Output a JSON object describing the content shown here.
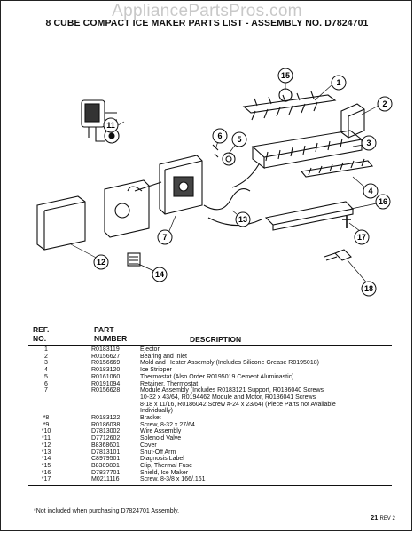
{
  "watermark": "AppliancePartsPros.com",
  "title": "8 CUBE COMPACT ICE MAKER PARTS LIST - ASSEMBLY NO. D7824701",
  "callouts": [
    "1",
    "2",
    "3",
    "4",
    "5",
    "6",
    "7",
    "11",
    "12",
    "13",
    "14",
    "15",
    "16",
    "17",
    "18"
  ],
  "table": {
    "header_ref": "REF.",
    "header_no": "NO.",
    "header_part": "PART",
    "header_number": "NUMBER",
    "header_description": "DESCRIPTION",
    "rows": [
      {
        "ref": "1",
        "part": "R0183119",
        "desc": "Ejector"
      },
      {
        "ref": "2",
        "part": "R0156627",
        "desc": "Bearing and Inlet"
      },
      {
        "ref": "3",
        "part": "R0156669",
        "desc": "Mold and Heater Assembly (Includes Silicone Grease R0195018)"
      },
      {
        "ref": "4",
        "part": "R0183120",
        "desc": "Ice Stripper"
      },
      {
        "ref": "5",
        "part": "R0161060",
        "desc": "Thermostat (Also Order R0195019 Cement Aluminastic)"
      },
      {
        "ref": "6",
        "part": "R0191094",
        "desc": "Retainer, Thermostat"
      },
      {
        "ref": "7",
        "part": "R0156628",
        "desc": "Module Assembly (Includes R0183121 Support, R0186040 Screws"
      },
      {
        "ref": "",
        "part": "",
        "desc": "10-32 x 43/64, R0194462 Module and Motor, R0186041 Screws"
      },
      {
        "ref": "",
        "part": "",
        "desc": "8-18 x 11/16, R0186042 Screw #-24 x 23/64) (Piece Parts not Available"
      },
      {
        "ref": "",
        "part": "",
        "desc": "Individually)"
      },
      {
        "ref": "*8",
        "part": "R0183122",
        "desc": "Bracket"
      },
      {
        "ref": "*9",
        "part": "R0186038",
        "desc": "Screw, 8-32 x 27/64"
      },
      {
        "ref": "*10",
        "part": "D7813002",
        "desc": "Wire Assembly"
      },
      {
        "ref": "*11",
        "part": "D7712602",
        "desc": "Solenoid Valve"
      },
      {
        "ref": "*12",
        "part": "B8368601",
        "desc": "Cover"
      },
      {
        "ref": "*13",
        "part": "D7813101",
        "desc": "Shut-Off Arm"
      },
      {
        "ref": "*14",
        "part": "C8979501",
        "desc": "Diagnosis Label"
      },
      {
        "ref": "*15",
        "part": "B8389801",
        "desc": "Clip, Thermal Fuse"
      },
      {
        "ref": "*16",
        "part": "D7837701",
        "desc": "Shield, Ice Maker"
      },
      {
        "ref": "*17",
        "part": "M0211116",
        "desc": "Screw, 8-3/8 x 166/.161"
      }
    ]
  },
  "footnote": "*Not included when purchasing D7824701 Assembly.",
  "page_number": "21",
  "revision": "REV 2"
}
